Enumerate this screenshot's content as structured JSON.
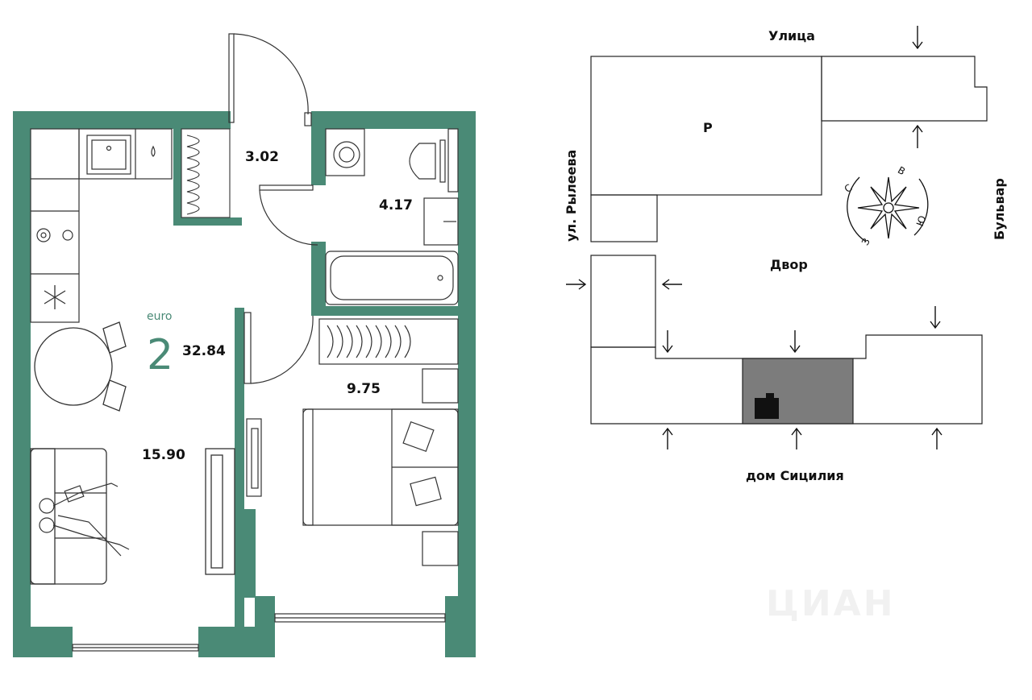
{
  "plan": {
    "class_label": "euro",
    "rooms_count": "2",
    "total_area": "32.84",
    "areas": {
      "hall": "3.02",
      "bathroom": "4.17",
      "bedroom": "9.75",
      "living": "15.90"
    }
  },
  "site": {
    "street_top": "Улица",
    "street_left": "ул. Рылеева",
    "street_right": "Бульвар",
    "courtyard": "Двор",
    "building_p": "Р",
    "house": "дом Сицилия"
  },
  "compass": {
    "north": "С",
    "east": "В",
    "south": "Ю",
    "west": "З"
  },
  "watermark": "ЦИАН",
  "colors": {
    "wall": "#4a8a76",
    "building_highlight": "#7c7c7c",
    "line": "#222222"
  }
}
